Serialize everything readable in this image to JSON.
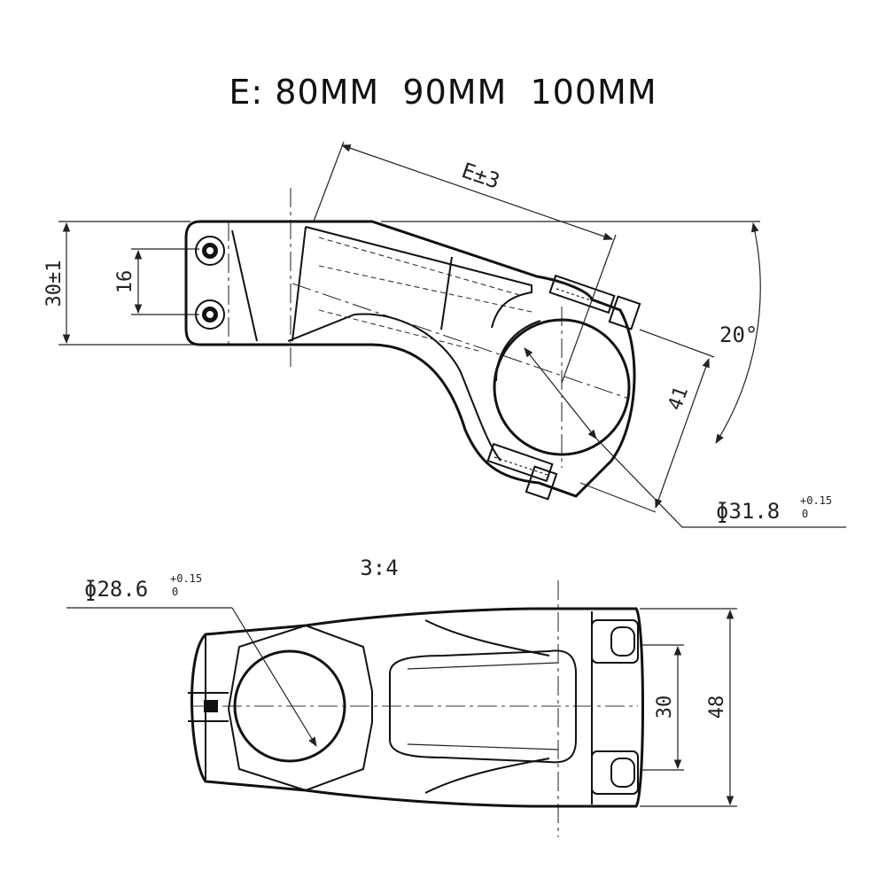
{
  "title": {
    "label": "E:",
    "options": [
      "80MM",
      "90MM",
      "100MM"
    ]
  },
  "side_view": {
    "e_dim": "E±3",
    "height_dim": "30±1",
    "bolt_dim": "16",
    "angle_dim": "20°",
    "clamp_dim": "41",
    "bore_dia": "ɸ31.8",
    "bore_tol_upper": "+0.15",
    "bore_tol_lower": "0"
  },
  "top_view": {
    "scale": "3:4",
    "steerer_dia": "ɸ28.6",
    "steerer_tol_upper": "+0.15",
    "steerer_tol_lower": "0",
    "inner_dim": "30",
    "outer_dim": "48"
  }
}
